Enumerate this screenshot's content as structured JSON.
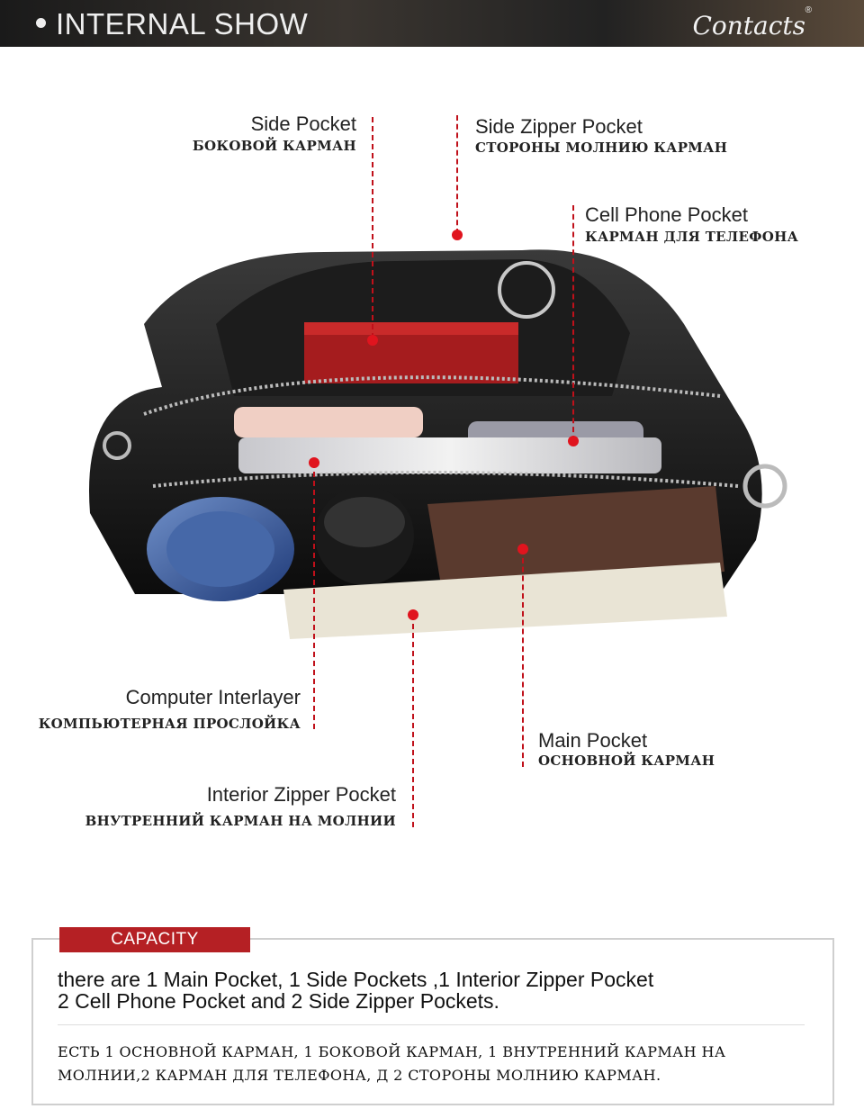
{
  "header": {
    "title": "INTERNAL SHOW",
    "brand": "Contacts",
    "brand_mark": "®"
  },
  "labels": {
    "side_pocket": {
      "en": "Side Pocket",
      "ru": "БОКОВОЙ КАРМАН"
    },
    "side_zipper_pocket": {
      "en": "Side Zipper Pocket",
      "ru": "СТОРОНЫ МОЛНИЮ КАРМАН"
    },
    "cell_phone_pocket": {
      "en": "Cell Phone Pocket",
      "ru": "КАРМАН ДЛЯ ТЕЛЕФОНА"
    },
    "computer_interlayer": {
      "en": "Computer Interlayer",
      "ru": "КОМПЬЮТЕРНАЯ ПРОСЛОЙКА"
    },
    "main_pocket": {
      "en": "Main Pocket",
      "ru": "ОСНОВНОЙ КАРМАН"
    },
    "interior_zipper_pocket": {
      "en": "Interior Zipper Pocket",
      "ru": "ВНУТРЕННИЙ КАРМАН НА МОЛНИИ"
    }
  },
  "capacity": {
    "tag": "CAPACITY",
    "en_line1": "there are 1 Main Pocket, 1 Side Pockets ,1 Interior Zipper Pocket",
    "en_line2": "2 Cell Phone Pocket and 2 Side Zipper Pockets.",
    "ru_line1": "ЕСТЬ 1 ОСНОВНОЙ КАРМАН, 1 БОКОВОЙ КАРМАН, 1 ВНУТРЕННИЙ КАРМАН НА",
    "ru_line2": "МОЛНИИ,2 КАРМАН ДЛЯ ТЕЛЕФОНА, Д 2 СТОРОНЫ МОЛНИЮ КАРМАН."
  },
  "colors": {
    "accent": "#b52024",
    "marker": "#e0141e"
  }
}
